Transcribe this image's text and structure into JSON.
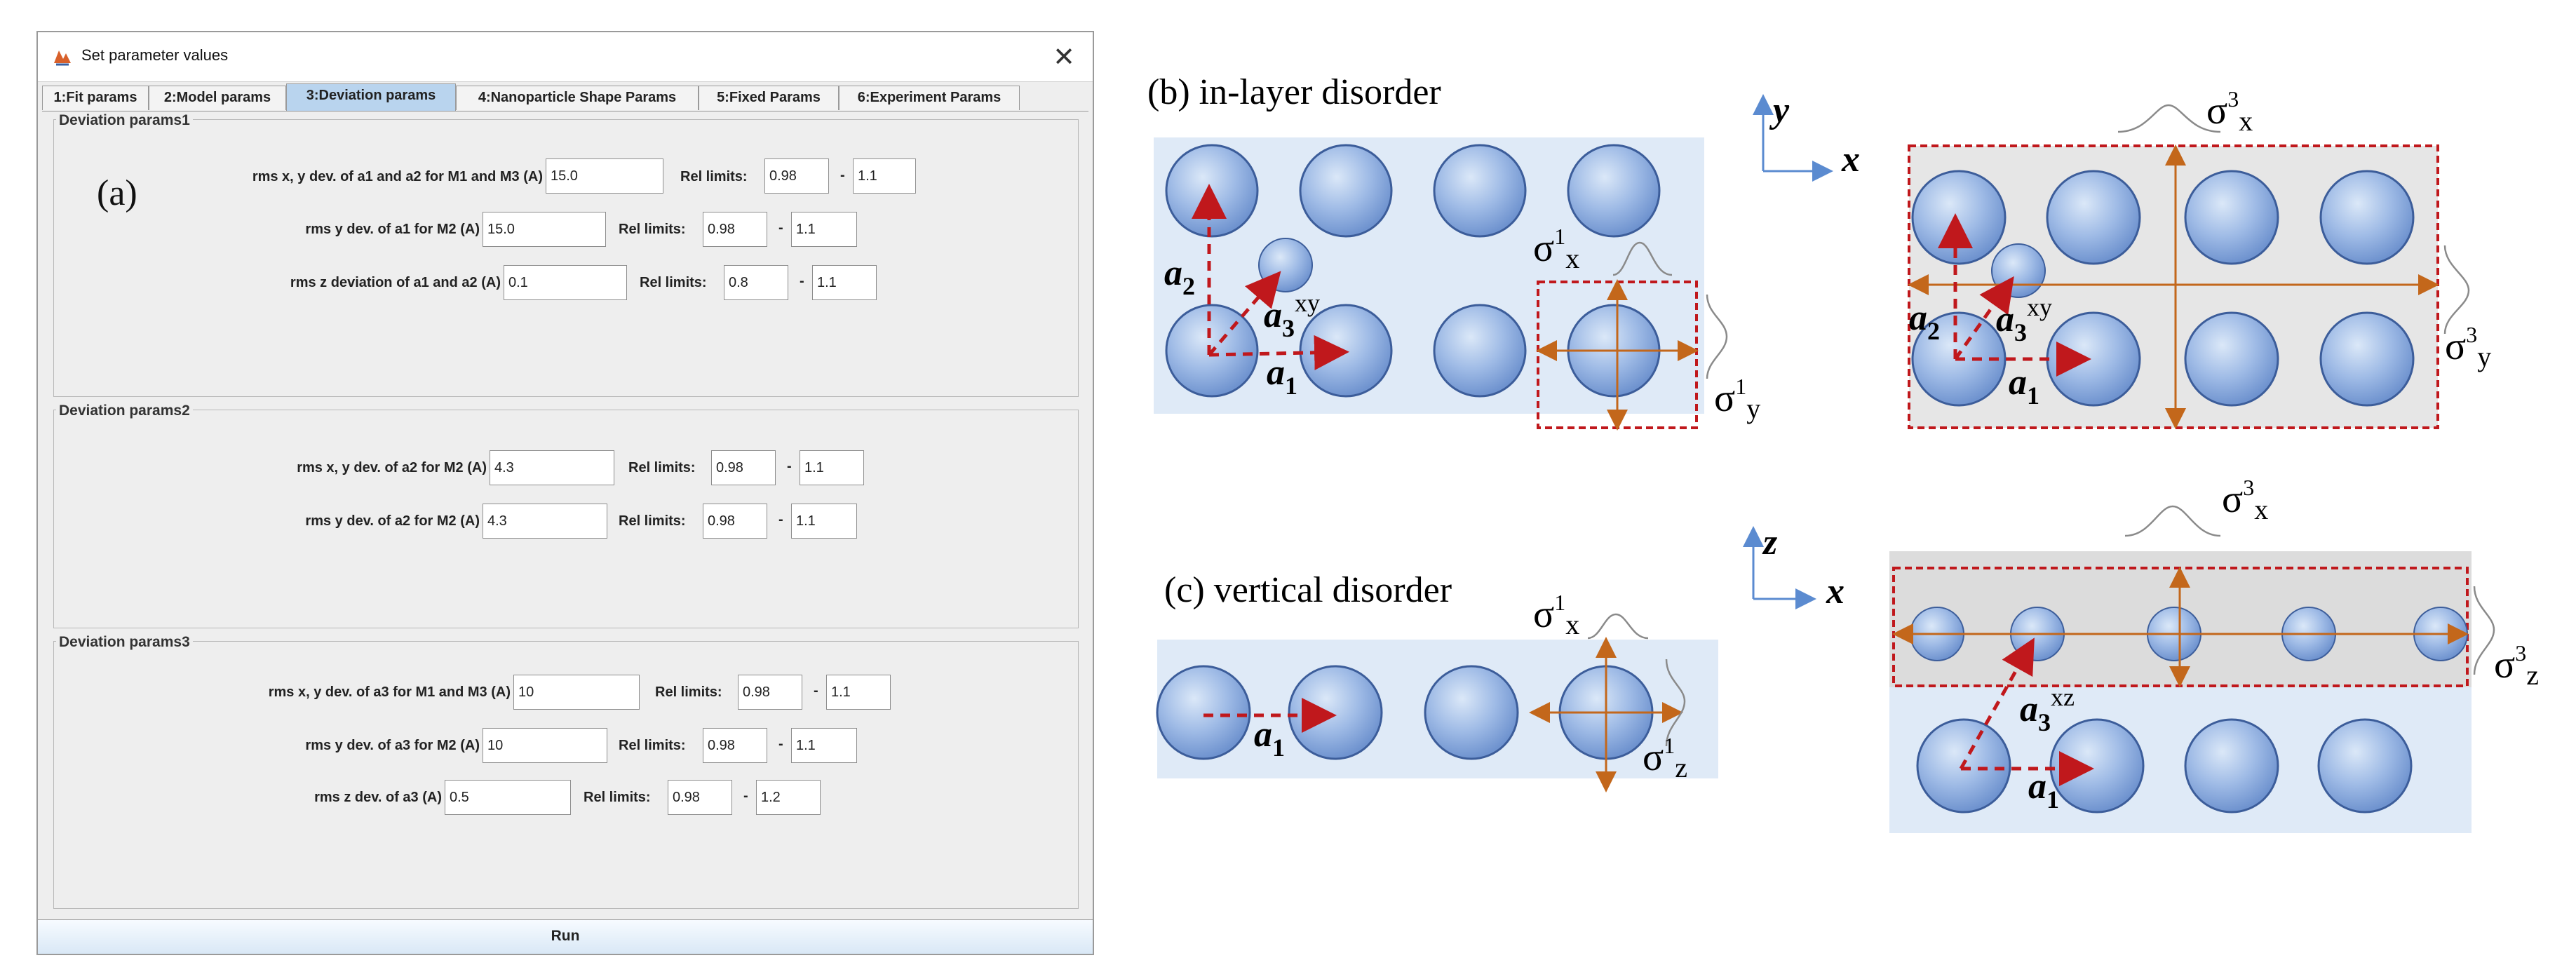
{
  "window": {
    "title": "Set parameter values",
    "close_glyph": "✕",
    "icon": "java-app-icon"
  },
  "tabs": [
    {
      "label": "1:Fit params",
      "active": false
    },
    {
      "label": "2:Model params",
      "active": false
    },
    {
      "label": "3:Deviation params",
      "active": true
    },
    {
      "label": "4:Nanoparticle Shape Params",
      "active": false
    },
    {
      "label": "5:Fixed Params",
      "active": false
    },
    {
      "label": "6:Experiment Params",
      "active": false
    }
  ],
  "panel_a_label": "(a)",
  "groups": [
    {
      "title": "Deviation params1",
      "rows": [
        {
          "label": "rms x, y dev. of a1 and a2 for M1 and M3 (A)",
          "value": "15.0",
          "rel_label": "Rel limits:",
          "min": "0.98",
          "dash": "-",
          "max": "1.1"
        },
        {
          "label": "rms y dev. of a1 for M2 (A)",
          "value": "15.0",
          "rel_label": "Rel limits:",
          "min": "0.98",
          "dash": "-",
          "max": "1.1"
        },
        {
          "label": "rms z deviation of a1 and a2 (A)",
          "value": "0.1",
          "rel_label": "Rel limits:",
          "min": "0.8",
          "dash": "-",
          "max": "1.1"
        }
      ]
    },
    {
      "title": "Deviation params2",
      "rows": [
        {
          "label": "rms x, y dev. of a2 for M2 (A)",
          "value": "4.3",
          "rel_label": "Rel limits:",
          "min": "0.98",
          "dash": "-",
          "max": "1.1"
        },
        {
          "label": "rms y dev. of a2 for M2 (A)",
          "value": "4.3",
          "rel_label": "Rel limits:",
          "min": "0.98",
          "dash": "-",
          "max": "1.1"
        }
      ]
    },
    {
      "title": "Deviation params3",
      "rows": [
        {
          "label": "rms x, y dev. of a3 for M1 and M3 (A)",
          "value": "10",
          "rel_label": "Rel limits:",
          "min": "0.98",
          "dash": "-",
          "max": "1.1"
        },
        {
          "label": "rms y dev. of a3 for M2 (A)",
          "value": "10",
          "rel_label": "Rel limits:",
          "min": "0.98",
          "dash": "-",
          "max": "1.1"
        },
        {
          "label": "rms z dev. of a3 (A)",
          "value": "0.5",
          "rel_label": "Rel limits:",
          "min": "0.98",
          "dash": "-",
          "max": "1.2"
        }
      ]
    }
  ],
  "run_label": "Run",
  "diagram": {
    "b_title": "(b) in-layer disorder",
    "c_title": "(c) vertical disorder",
    "axis_x": "x",
    "axis_y": "y",
    "axis_z": "z",
    "vec_a1_base": "a",
    "vec_a1_sub": "1",
    "vec_a2_base": "a",
    "vec_a2_sub": "2",
    "vec_a3_base": "a",
    "vec_a3_sub": "3",
    "xy_sup": "xy",
    "xz_sup": "xz",
    "sigma": "σ",
    "sup_1": "1",
    "sup_3": "3",
    "sub_x": "x",
    "sub_y": "y",
    "sub_z": "z",
    "colors": {
      "sphere_fill": "#8fb0e0",
      "sphere_stroke": "#3c5d9a",
      "layer_bg": "#dfeaf7",
      "layer_gray": "#dcdcdc",
      "dashed_red": "#c0181c",
      "arrow_orange": "#c3671b",
      "axis_blue": "#5b8bd0",
      "dialog_bg": "#eeeeee",
      "active_tab": "#b9d4ee"
    }
  }
}
